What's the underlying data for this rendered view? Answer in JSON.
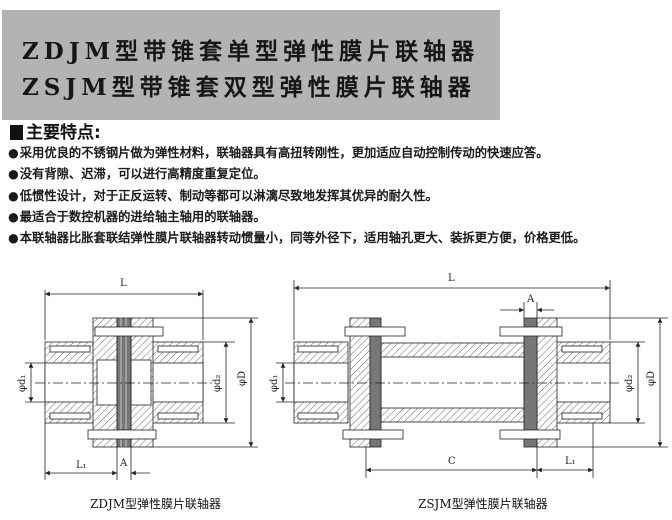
{
  "banner": {
    "title_line1": "ZDJM型带锥套单型弹性膜片联轴器",
    "title_line2": "ZSJM型带锥套双型弹性膜片联轴器"
  },
  "features": {
    "heading": "主要特点:",
    "items": [
      "采用优良的不锈钢片做为弹性材料，联轴器具有高扭转刚性，更加适应自动控制传动的快速应答。",
      "没有背隙、迟滞，可以进行高精度重复定位。",
      "低惯性设计，对于正反运转、制动等都可以淋漓尽致地发挥其优异的耐久性。",
      "最适合于数控机器的进给轴主轴用的联轴器。",
      "本联轴器比胀套联结弹性膜片联轴器转动惯量小，同等外径下，适用轴孔更大、装拆更方便，价格更低。"
    ]
  },
  "drawings": {
    "single": {
      "caption": "ZDJM型弹性膜片联轴器",
      "dims": {
        "L": "L",
        "A": "A",
        "L1": "L₁",
        "d1": "φd₁",
        "d2": "φd₂",
        "D": "φD"
      }
    },
    "double": {
      "caption": "ZSJM型弹性膜片联轴器",
      "dims": {
        "L": "L",
        "A": "A",
        "C": "C",
        "L1": "L₁",
        "d1": "φd₁",
        "d2": "φd₂",
        "D": "φD"
      }
    }
  }
}
